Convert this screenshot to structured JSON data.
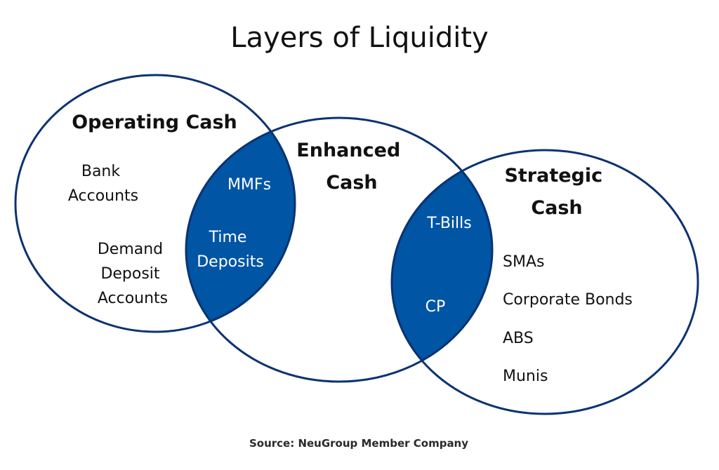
{
  "title": "Layers of Liquidity",
  "source": "Source: NeuGroup Member Company",
  "colors": {
    "outline": "#0b3370",
    "overlap_fill": "#0055a4",
    "text": "#111111",
    "overlap_text": "#ffffff"
  },
  "circles": [
    {
      "id": "operating",
      "heading": [
        "Operating Cash"
      ],
      "items": [
        [
          "Bank",
          "Accounts"
        ],
        [
          "Demand",
          "Deposit",
          "Accounts"
        ]
      ]
    },
    {
      "id": "enhanced",
      "heading": [
        "Enhanced",
        "Cash"
      ],
      "items": []
    },
    {
      "id": "strategic",
      "heading": [
        "Strategic",
        "Cash"
      ],
      "items": [
        [
          "SMAs"
        ],
        [
          "Corporate Bonds"
        ],
        [
          "ABS"
        ],
        [
          "Munis"
        ]
      ]
    }
  ],
  "overlaps": [
    {
      "between": [
        "operating",
        "enhanced"
      ],
      "items": [
        [
          "MMFs"
        ],
        [
          "Time",
          "Deposits"
        ]
      ]
    },
    {
      "between": [
        "enhanced",
        "strategic"
      ],
      "items": [
        [
          "T-Bills"
        ],
        [
          "CP"
        ]
      ]
    }
  ]
}
